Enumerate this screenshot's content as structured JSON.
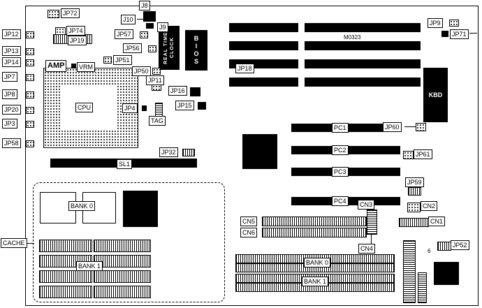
{
  "board": {
    "colors": {
      "background": "#ffffff",
      "ink": "#000000"
    },
    "labels": {
      "j8": "J8",
      "j10": "J10",
      "j9": "J9",
      "jp72": "JP72",
      "jp74": "JP74",
      "jp19": "JP19",
      "jp57": "JP57",
      "jp56": "JP56",
      "jp51": "JP51",
      "jp50": "JP50",
      "jp12": "JP12",
      "jp13": "JP13",
      "jp14": "JP14",
      "jp7": "JP7",
      "jp8": "JP8",
      "jp20": "JP20",
      "jp3": "JP3",
      "jp58": "JP58",
      "cache": "CACHE",
      "amp": "AMP",
      "vrm": "VRM",
      "cpu": "CPU",
      "jp4": "JP4",
      "tag": "TAG",
      "jp11": "JP11",
      "jp16": "JP16",
      "jp15": "JP15",
      "jp32": "JP32",
      "sl1": "SL1",
      "rtc": "REAL TIME CLOCK",
      "bios": "BIOS",
      "jp18": "JP18",
      "m0323": "M0323",
      "jp9": "JP9",
      "jp71": "JP71",
      "kbd": "KBD",
      "pc1": "PC1",
      "pc2": "PC2",
      "pc3": "PC3",
      "pc4": "PC4",
      "jp60": "JP60",
      "jp61": "JP61",
      "jp59": "JP59",
      "cn1": "CN1",
      "cn2": "CN2",
      "cn3": "CN3",
      "cn4": "CN4",
      "cn5": "CN5",
      "cn6": "CN6",
      "cache_bank0": "BANK 0",
      "cache_bank1": "BANK 1",
      "simm_bank0": "BANK 0",
      "simm_bank1": "BANK 1",
      "jp52": "JP52",
      "pin6": "6"
    }
  }
}
